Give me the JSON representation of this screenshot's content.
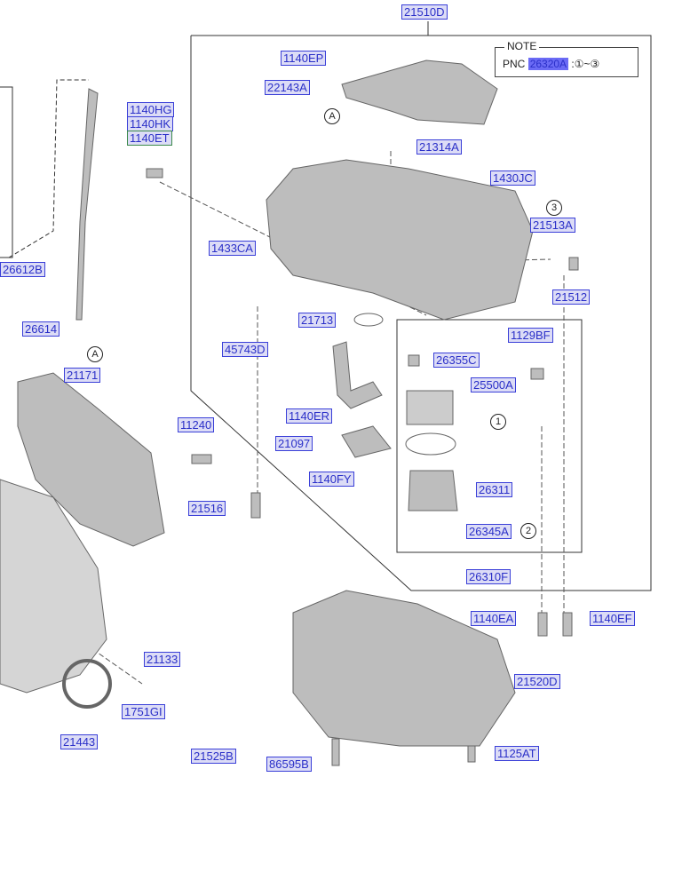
{
  "note": {
    "title": "NOTE",
    "prefix": "PNC",
    "pnc": "26320A",
    "range": ":①~③"
  },
  "callouts": {
    "A": "A",
    "one": "1",
    "two": "2",
    "three": "3"
  },
  "labels": {
    "p21510D": "21510D",
    "p1140EP": "1140EP",
    "p22143A": "22143A",
    "p1140HG": "1140HG",
    "p1140HK": "1140HK",
    "p1140ET": "1140ET",
    "p21314A": "21314A",
    "p1430JC": "1430JC",
    "p21513A": "21513A",
    "p21512": "21512",
    "p1433CA": "1433CA",
    "p26612B": "26612B",
    "p26614": "26614",
    "p21713": "21713",
    "p45743D": "45743D",
    "p26355C": "26355C",
    "p1129BF": "1129BF",
    "p25500A": "25500A",
    "p21171": "21171",
    "p1140ER": "1140ER",
    "p21097": "21097",
    "p11240": "11240",
    "p1140FY": "1140FY",
    "p26311": "26311",
    "p21516": "21516",
    "p26345A": "26345A",
    "p26310F": "26310F",
    "p1140EA": "1140EA",
    "p1140EF": "1140EF",
    "p21520D": "21520D",
    "p21133": "21133",
    "p1751GI": "1751GI",
    "p21443": "21443",
    "p21525B": "21525B",
    "p86595B": "86595B",
    "p1125AT": "1125AT"
  },
  "colors": {
    "label_text": "#2a2fc8",
    "label_bg": "#dcdcf6",
    "part": "#b8b8b8"
  }
}
